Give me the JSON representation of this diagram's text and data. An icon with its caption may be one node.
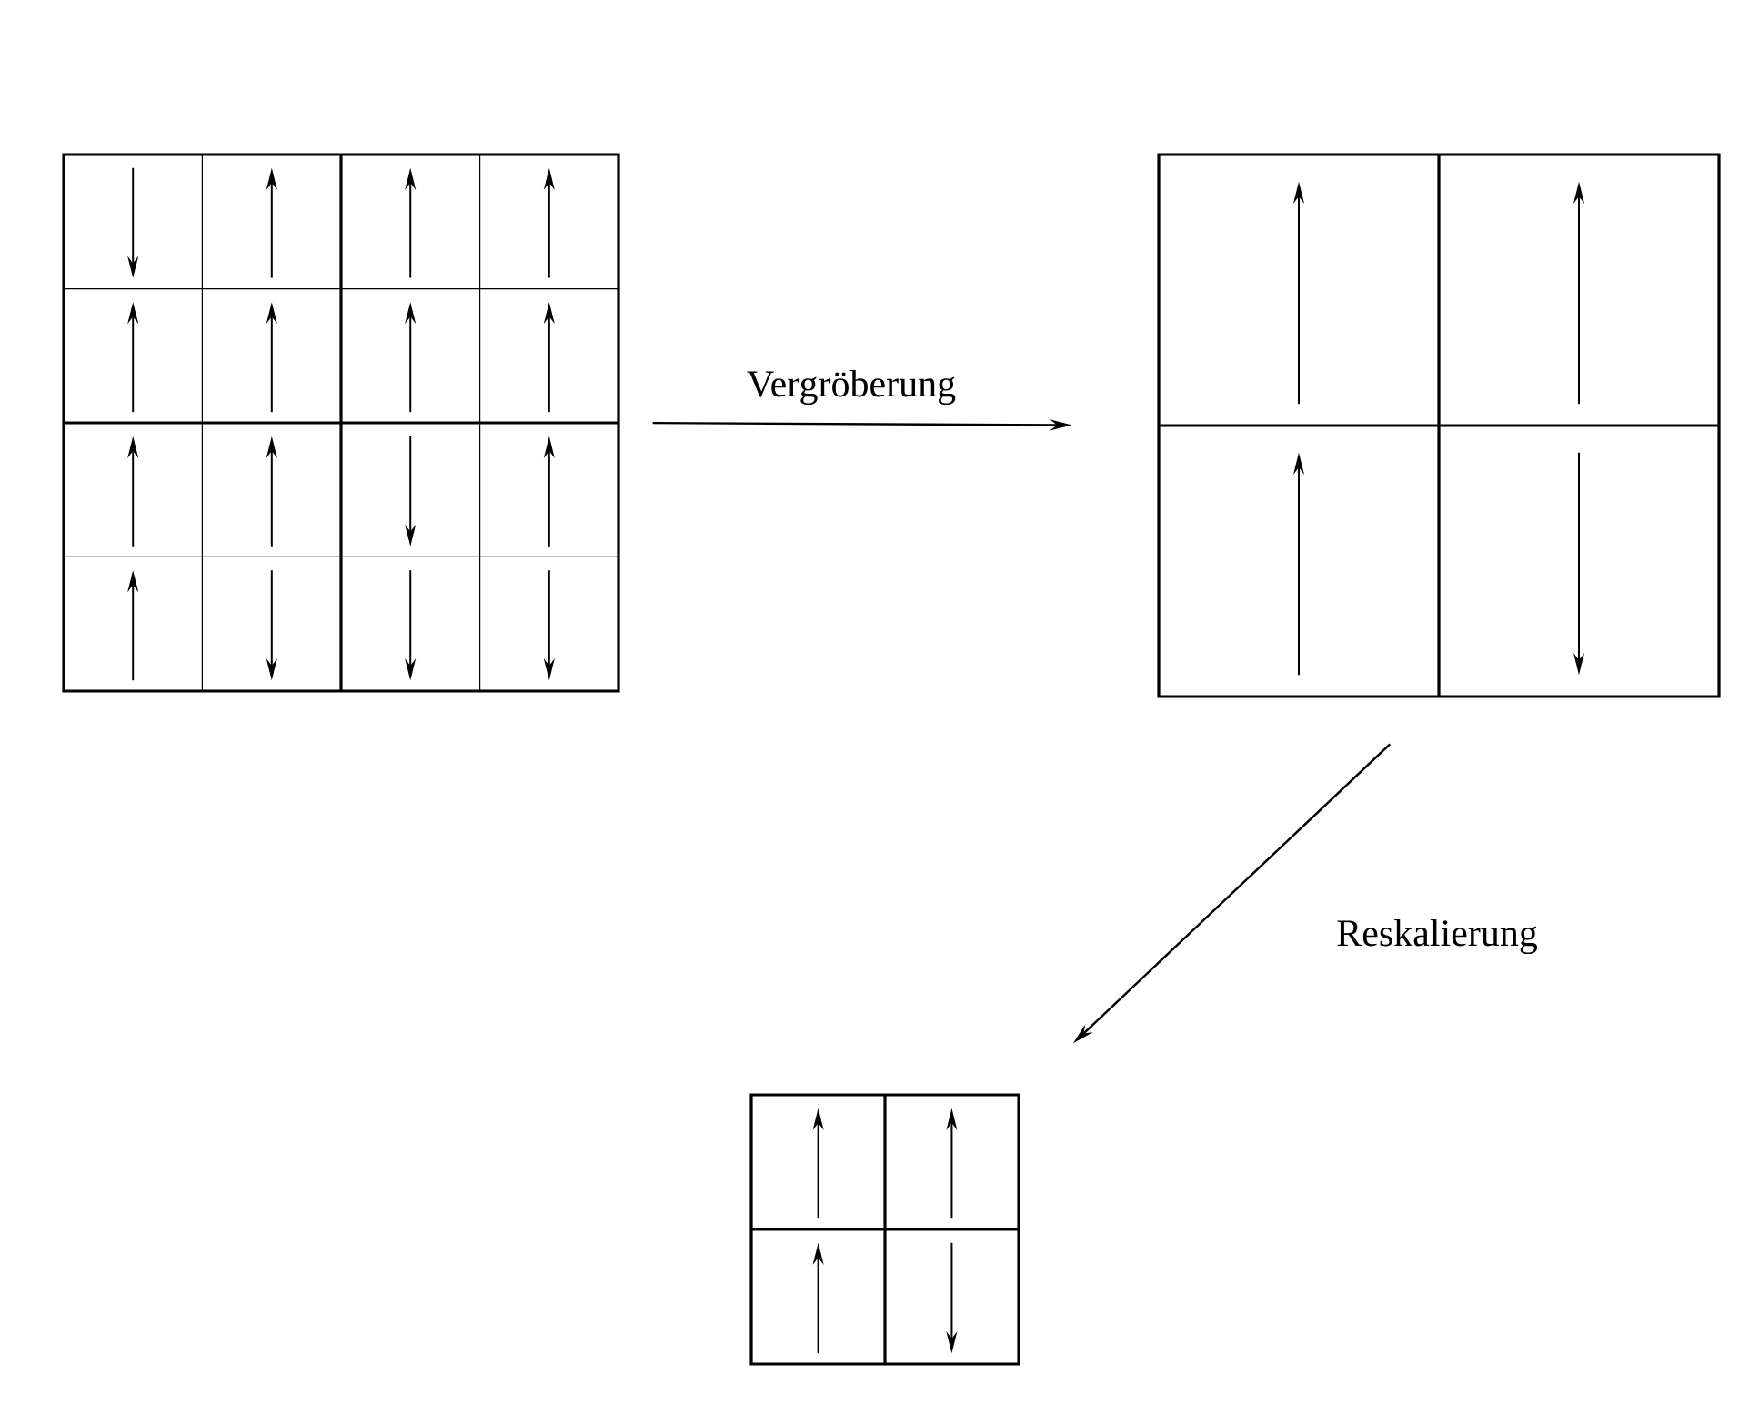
{
  "diagram": {
    "nodes": [
      {
        "text": [],
        "shape": "picture"
      },
      {
        "text": [],
        "shape": "picture"
      },
      {
        "text": [],
        "shape": "picture"
      }
    ],
    "edges": [
      {
        "from": 0,
        "to": 1,
        "arrow": "to",
        "label": "Vergröberung"
      },
      {
        "from": 1,
        "to": 2,
        "arrow": "to",
        "label": "Reskalierung"
      }
    ]
  }
}
